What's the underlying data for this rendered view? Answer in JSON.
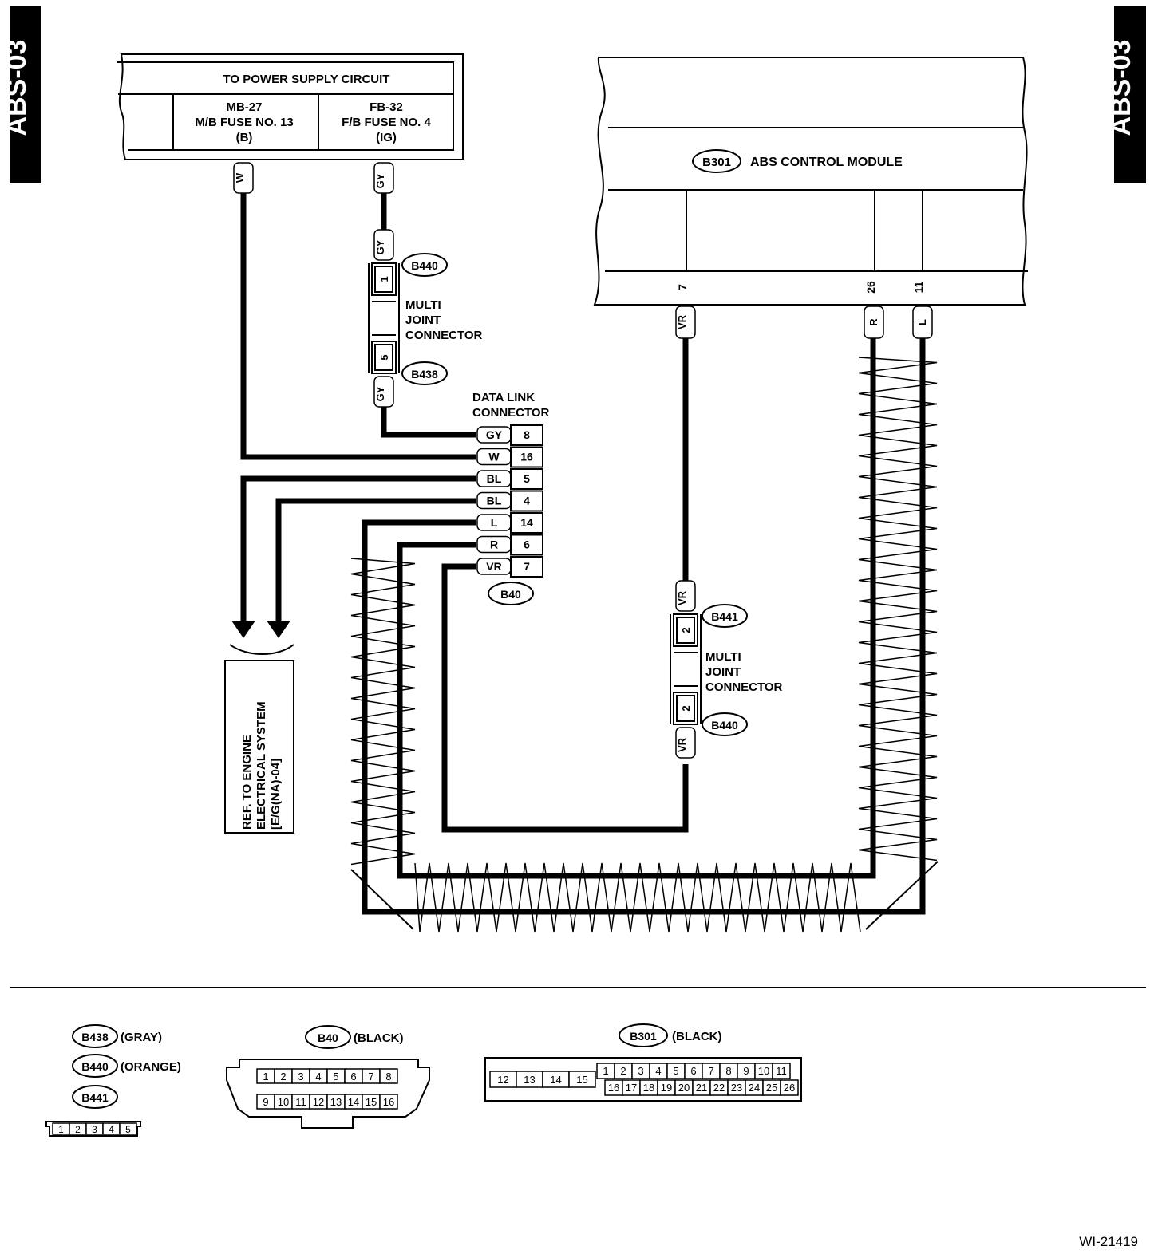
{
  "page_tag_left": "ABS-03",
  "page_tag_right": "ABS-03",
  "figure_id": "WI-21419",
  "power_supply": {
    "title": "TO POWER SUPPLY CIRCUIT",
    "fuse_left": [
      "MB-27",
      "M/B FUSE NO. 13",
      "(B)"
    ],
    "fuse_right": [
      "FB-32",
      "F/B FUSE NO. 4",
      "(IG)"
    ]
  },
  "abs_module": {
    "connector": "B301",
    "label": "ABS CONTROL MODULE",
    "pins": [
      "7",
      "26",
      "11"
    ],
    "wires": [
      "VR",
      "R",
      "L"
    ]
  },
  "multi_joint_left": {
    "label": [
      "MULTI",
      "JOINT",
      "CONNECTOR"
    ],
    "top_connector": "B440",
    "top_pin": "1",
    "bottom_connector": "B438",
    "bottom_pin": "5",
    "wire": "GY"
  },
  "multi_joint_right": {
    "label": [
      "MULTI",
      "JOINT",
      "CONNECTOR"
    ],
    "top_connector": "B441",
    "top_pin": "2",
    "bottom_connector": "B440",
    "bottom_pin": "2",
    "wire": "VR"
  },
  "fuse_wires": [
    "W",
    "GY"
  ],
  "data_link": {
    "label": [
      "DATA LINK",
      "CONNECTOR"
    ],
    "connector": "B40",
    "rows": [
      {
        "wire": "GY",
        "pin": "8"
      },
      {
        "wire": "W",
        "pin": "16"
      },
      {
        "wire": "BL",
        "pin": "5"
      },
      {
        "wire": "BL",
        "pin": "4"
      },
      {
        "wire": "L",
        "pin": "14"
      },
      {
        "wire": "R",
        "pin": "6"
      },
      {
        "wire": "VR",
        "pin": "7"
      }
    ]
  },
  "ref_box": [
    "REF. TO ENGINE",
    "ELECTRICAL SYSTEM",
    "[E/G(NA)-04]"
  ],
  "legend": {
    "small": [
      {
        "id": "B438",
        "color": "(GRAY)"
      },
      {
        "id": "B440",
        "color": "(ORANGE)"
      },
      {
        "id": "B441",
        "color": ""
      }
    ],
    "small_pins": [
      "1",
      "2",
      "3",
      "4",
      "5"
    ],
    "b40": {
      "id": "B40",
      "color": "(BLACK)",
      "top": [
        "1",
        "2",
        "3",
        "4",
        "5",
        "6",
        "7",
        "8"
      ],
      "bottom": [
        "9",
        "10",
        "11",
        "12",
        "13",
        "14",
        "15",
        "16"
      ]
    },
    "b301": {
      "id": "B301",
      "color": "(BLACK)",
      "left": [
        "12",
        "13",
        "14",
        "15"
      ],
      "top": [
        "1",
        "2",
        "3",
        "4",
        "5",
        "6",
        "7",
        "8",
        "9",
        "10",
        "11"
      ],
      "bottom": [
        "16",
        "17",
        "18",
        "19",
        "20",
        "21",
        "22",
        "23",
        "24",
        "25",
        "26"
      ]
    }
  }
}
